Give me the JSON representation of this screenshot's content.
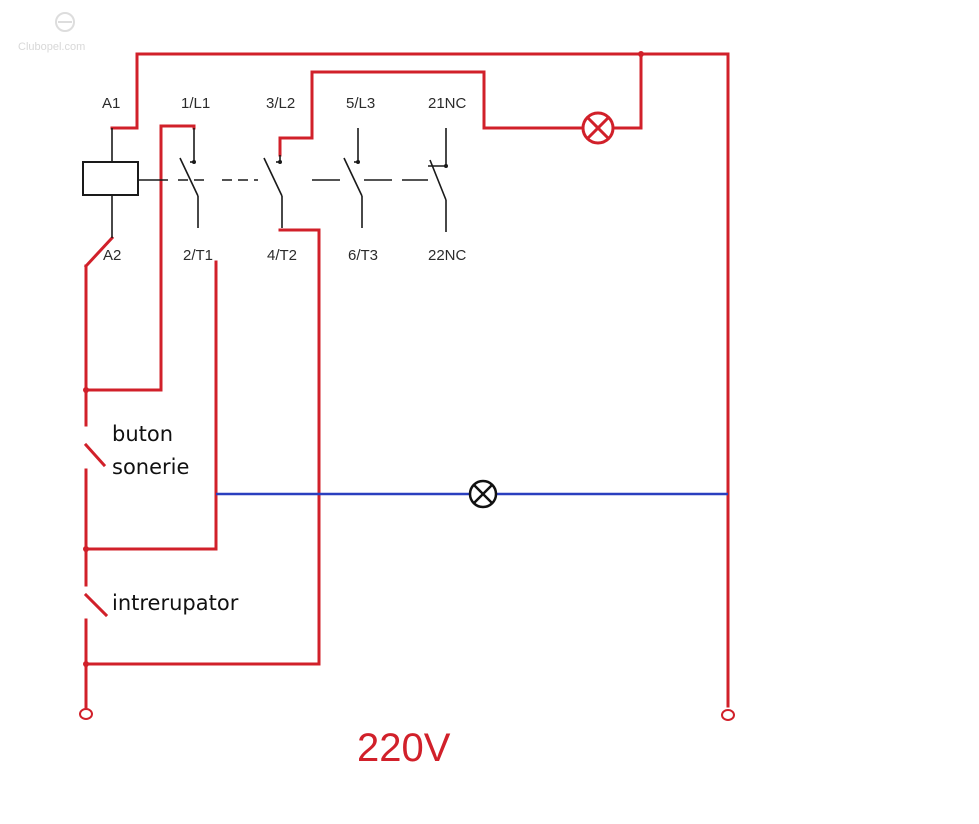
{
  "watermark": "Clubopel.com",
  "terminals": {
    "a1": "A1",
    "l1": "1/L1",
    "l2": "3/L2",
    "l3": "5/L3",
    "nc21": "21NC",
    "a2": "A2",
    "t1": "2/T1",
    "t2": "4/T2",
    "t3": "6/T3",
    "nc22": "22NC"
  },
  "labels": {
    "bell_button_line1": "buton",
    "bell_button_line2": "sonerie",
    "switch": "intrerupator",
    "voltage": "220V"
  },
  "colors": {
    "wire_red": "#d1202a",
    "wire_blue": "#2a3fbf",
    "contactor_black": "#1a1a1a",
    "voltage_text": "#d1202a"
  },
  "icons": {
    "lamp": "lamp-cross-circle-icon",
    "terminal": "terminal-ring-icon",
    "coil": "coil-rectangle-icon"
  }
}
